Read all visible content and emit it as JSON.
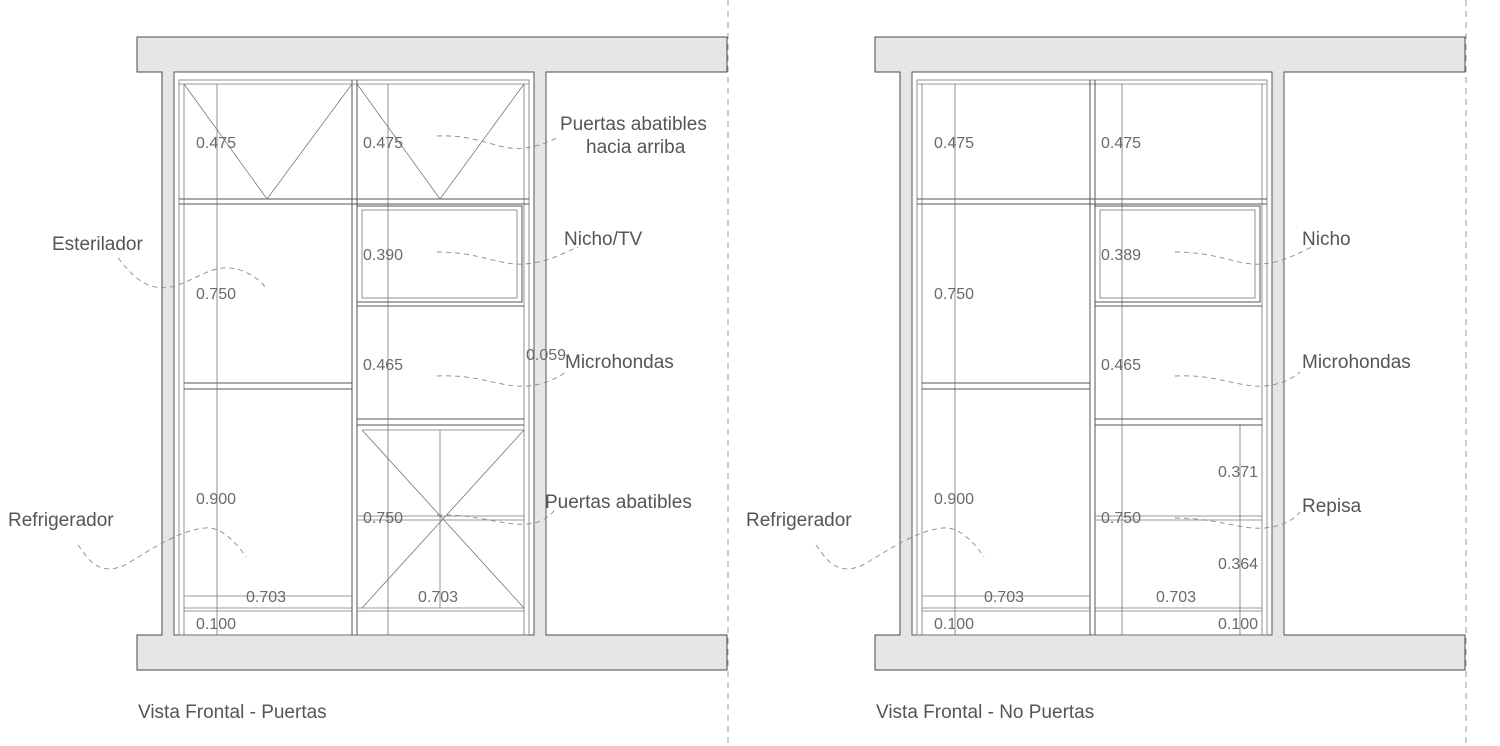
{
  "left_view": {
    "title": "Vista Frontal - Puertas",
    "dims": {
      "d1": "0.475",
      "d2": "0.475",
      "d3": "0.750",
      "d4": "0.390",
      "d5": "0.465",
      "d6": "0.059",
      "d7": "0.900",
      "d8": "0.750",
      "d9": "0.703",
      "d10": "0.703",
      "d11": "0.100"
    },
    "labels": {
      "puertas_arriba_1": "Puertas abatibles",
      "puertas_arriba_2": "hacia arriba",
      "nicho": "Nicho/TV",
      "microhondas": "Microhondas",
      "puertas_abatibles": "Puertas abatibles",
      "esterilador": "Esterilador",
      "refrigerador": "Refrigerador"
    }
  },
  "right_view": {
    "title": "Vista Frontal - No Puertas",
    "dims": {
      "d1": "0.475",
      "d2": "0.475",
      "d3": "0.750",
      "d4": "0.389",
      "d5": "0.465",
      "d6": "0.900",
      "d7": "0.371",
      "d8": "0.750",
      "d9": "0.364",
      "d10": "0.703",
      "d11": "0.703",
      "d12": "0.100",
      "d13": "0.100"
    },
    "labels": {
      "nicho": "Nicho",
      "microhondas": "Microhondas",
      "repisa": "Repisa",
      "refrigerador": "Refrigerador"
    }
  }
}
